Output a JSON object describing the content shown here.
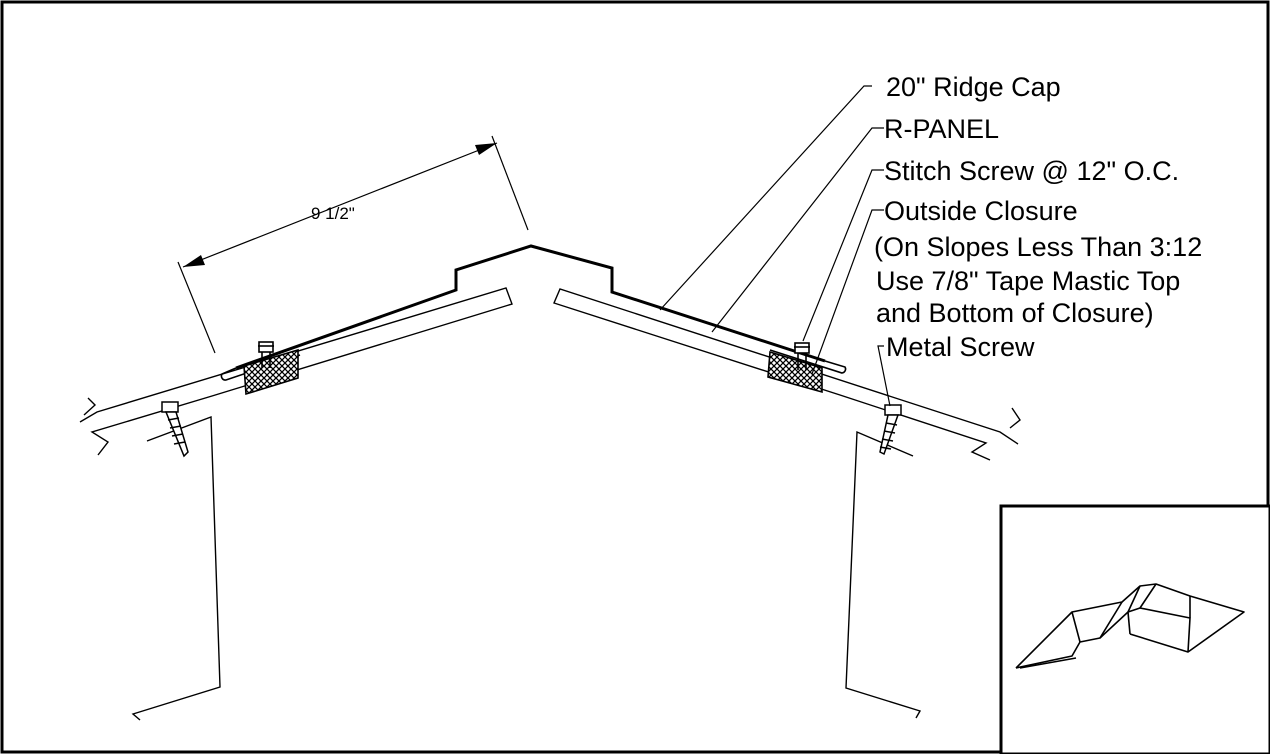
{
  "dimension": {
    "text": "9 1/2\""
  },
  "callouts": [
    {
      "text": "20\" Ridge Cap"
    },
    {
      "text": "R-PANEL"
    },
    {
      "text": "Stitch Screw @ 12\" O.C."
    },
    {
      "text": "Outside Closure"
    },
    {
      "text": "(On Slopes Less Than 3:12"
    },
    {
      "text": "Use 7/8\" Tape Mastic Top"
    },
    {
      "text": "and Bottom of Closure)"
    },
    {
      "text": "Metal Screw"
    }
  ]
}
